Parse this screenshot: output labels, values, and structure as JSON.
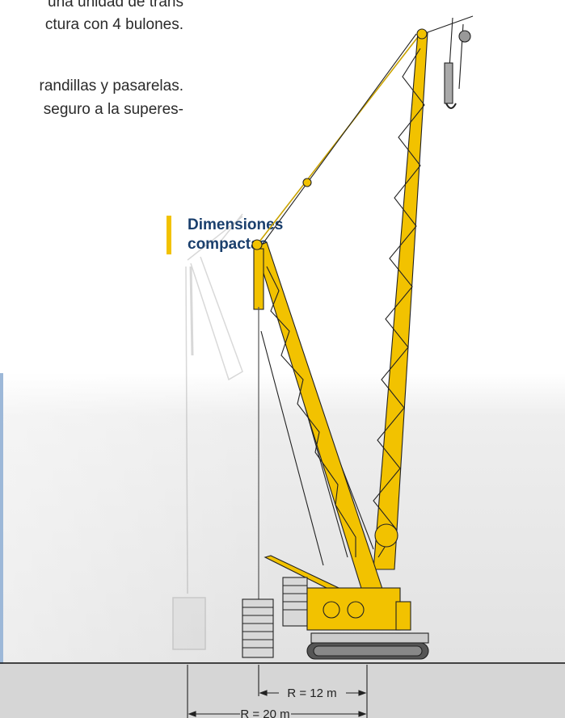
{
  "body_text": [
    "una unidad de trans",
    "ctura con 4 bulones.",
    "",
    "randillas y pasarelas.",
    "seguro a la superes-"
  ],
  "highlight": {
    "line1": "Dimensiones",
    "line2": "compactas",
    "bar_color": "#f2c200",
    "text_color": "#1a3f6d"
  },
  "diagram": {
    "crane_color": "#f2c200",
    "radius_small": "R = 12 m",
    "radius_large": "R = 20 m"
  }
}
